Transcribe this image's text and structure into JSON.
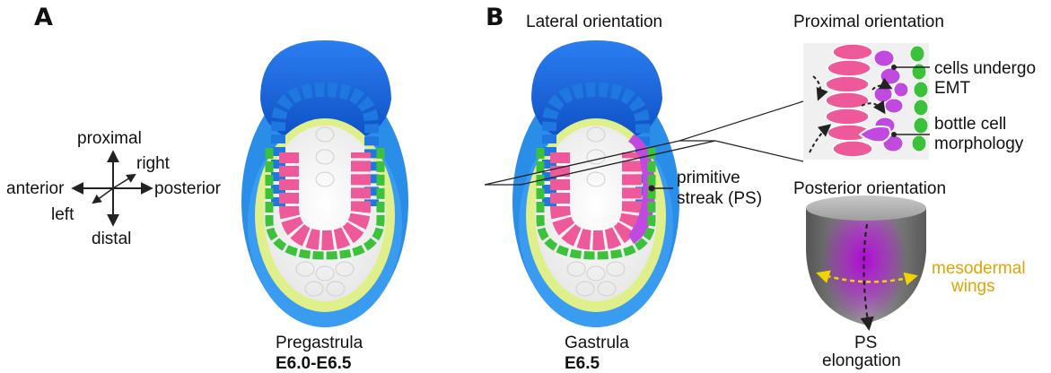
{
  "panels": {
    "a_letter": "A",
    "b_letter": "B"
  },
  "axes": {
    "proximal": "proximal",
    "distal": "distal",
    "anterior": "anterior",
    "posterior": "posterior",
    "left": "left",
    "right": "right"
  },
  "embryos": {
    "pregastrula": {
      "stage": "Pregastrula",
      "age": "E6.0-E6.5"
    },
    "gastrula": {
      "stage": "Gastrula",
      "age": "E6.5",
      "view": "Lateral orientation"
    }
  },
  "proximal_view": {
    "title": "Proximal orientation",
    "emt_label_line1": "cells undergo",
    "emt_label_line2": "EMT",
    "bottle_label_line1": "bottle cell",
    "bottle_label_line2": "morphology"
  },
  "primitive_streak": {
    "line1": "primitive",
    "line2": "streak (PS)"
  },
  "posterior_view": {
    "title": "Posterior orientation",
    "wings_line1": "mesodermal",
    "wings_line2": "wings",
    "elongation_line1": "PS",
    "elongation_line2": "elongation"
  },
  "colors": {
    "extraembryonic_blue": "#1a5fd6",
    "visceral_endoderm_blue": "#2a8de8",
    "epiblast_pink": "#ee5a99",
    "mesoderm_purple": "#b23fd6",
    "green_cells": "#3cc23a",
    "yellow_green": "#c8e060",
    "wings_label": "#e0a400",
    "arrow_yellow": "#f2d400"
  }
}
